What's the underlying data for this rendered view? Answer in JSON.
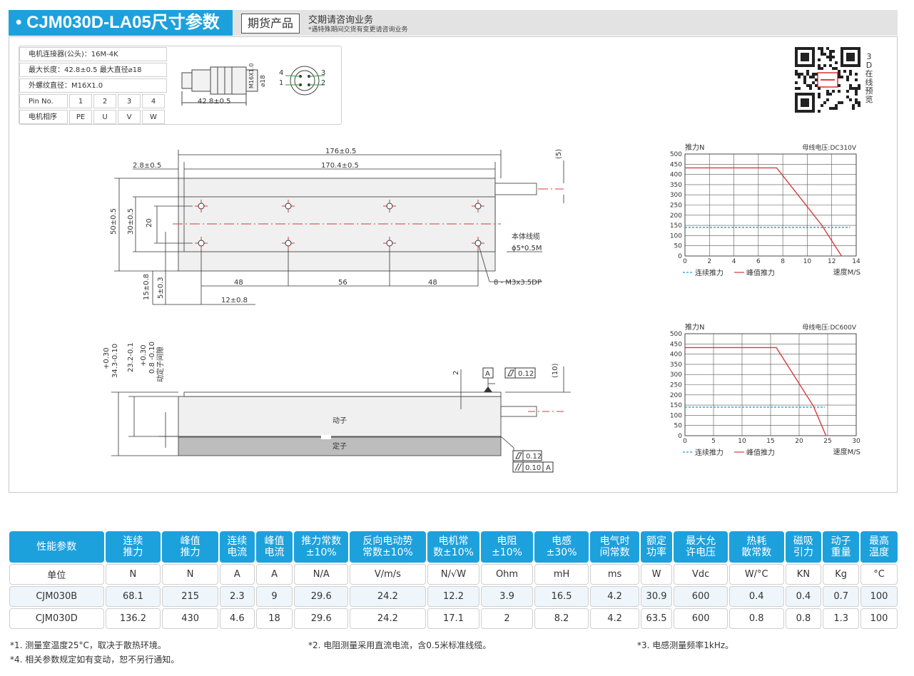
{
  "header": {
    "title": "• CJM030D-LA05尺寸参数",
    "tag": "期货产品",
    "note_main": "交期请咨询业务",
    "note_sub": "*遇特殊期间交货有变更请咨询业务"
  },
  "connector": {
    "type_label": "电机连接器(公头)：16M-4K",
    "length_label": "最大长度：42.8±0.5    最大直径⌀18",
    "thread_label": "外螺纹直径：M16X1.0",
    "pin_header": "Pin No.",
    "phase_header": "电机相序",
    "pins": [
      "1",
      "2",
      "3",
      "4"
    ],
    "phases": [
      "PE",
      "U",
      "V",
      "W"
    ],
    "dim_length": "42.8±0.5",
    "dim_thread": "M16X1.0",
    "dim_dia": "⌀18",
    "pin_labels": [
      "4",
      "3",
      "1",
      "2"
    ]
  },
  "qr": {
    "label": "3D在线预览"
  },
  "drawing": {
    "top": {
      "d_total": "176±0.5",
      "d_inner": "170.4±0.5",
      "d_edge": "2.8±0.5",
      "d_height": "50±0.5",
      "d_inner_height": "30±0.5",
      "d_hole_span": "20",
      "d_bottom1": "15±0.8",
      "d_bottom2": "5±0.3",
      "d_pitch1": "48",
      "d_pitch2": "56",
      "d_pitch3": "48",
      "d_offset": "12±0.8",
      "d_cable_top": "(5)",
      "cable_label1": "本体线缆",
      "cable_label2": "ϕ5*0.5M",
      "hole_label": "8 - M3x3.5DP"
    },
    "side": {
      "d_total_h": "34.3-0.10",
      "d_total_tol": "+0.30",
      "d_mover_h": "23.2-0.1",
      "d_gap": "0.8 -0.10",
      "d_gap_tol": "+0.30",
      "gap_label": "动定子间隙",
      "d_step": "2",
      "datum": "A",
      "flatness1": "0.12",
      "d_cable": "(10)",
      "mover_label": "动子",
      "stator_label": "定子",
      "flatness2": "0.12",
      "parallel": "0.10",
      "parallel_datum": "A"
    }
  },
  "chart_data": [
    {
      "type": "line",
      "ylabel": "推力N",
      "voltage_label": "母线电压:DC310V",
      "xlabel": "速度M/S",
      "xlim": [
        0,
        14
      ],
      "ylim": [
        0,
        500
      ],
      "xticks": [
        0,
        2,
        4,
        6,
        8,
        10,
        12,
        14
      ],
      "yticks": [
        0,
        50,
        100,
        150,
        200,
        250,
        300,
        350,
        400,
        450,
        500
      ],
      "grid": true,
      "legend_position": "bottom",
      "series": [
        {
          "name": "连续推力",
          "color": "#1da1dc",
          "style": "dashed",
          "x": [
            0,
            13.5
          ],
          "y": [
            140,
            140
          ]
        },
        {
          "name": "峰值推力",
          "color": "#d93a3a",
          "style": "solid",
          "x": [
            0,
            7.5,
            11.2,
            12.8
          ],
          "y": [
            432,
            432,
            150,
            0
          ]
        }
      ]
    },
    {
      "type": "line",
      "ylabel": "推力N",
      "voltage_label": "母线电压:DC600V",
      "xlabel": "速度M/S",
      "xlim": [
        0,
        30
      ],
      "ylim": [
        0,
        500
      ],
      "xticks": [
        0,
        5,
        10,
        15,
        20,
        25,
        30
      ],
      "yticks": [
        0,
        50,
        100,
        150,
        200,
        250,
        300,
        350,
        400,
        450,
        500
      ],
      "grid": true,
      "legend_position": "bottom",
      "series": [
        {
          "name": "连续推力",
          "color": "#1da1dc",
          "style": "dashed",
          "x": [
            0,
            24.5
          ],
          "y": [
            140,
            140
          ]
        },
        {
          "name": "峰值推力",
          "color": "#d93a3a",
          "style": "solid",
          "x": [
            0,
            16,
            22.5,
            24.7
          ],
          "y": [
            432,
            432,
            145,
            0
          ]
        }
      ]
    }
  ],
  "perf_table": {
    "headers": [
      [
        "性能参数"
      ],
      [
        "连续",
        "推力"
      ],
      [
        "峰值",
        "推力"
      ],
      [
        "连续",
        "电流"
      ],
      [
        "峰值",
        "电流"
      ],
      [
        "推力常数",
        "±10%"
      ],
      [
        "反向电动势",
        "常数±10%"
      ],
      [
        "电机常",
        "数±10%"
      ],
      [
        "电阻",
        "±10%"
      ],
      [
        "电感",
        "±30%"
      ],
      [
        "电气时",
        "间常数"
      ],
      [
        "额定",
        "功率"
      ],
      [
        "最大允",
        "许电压"
      ],
      [
        "热耗",
        "散常数"
      ],
      [
        "磁吸",
        "引力"
      ],
      [
        "动子",
        "重量"
      ],
      [
        "最高",
        "温度"
      ]
    ],
    "rows": [
      [
        "单位",
        "N",
        "N",
        "A",
        "A",
        "N/A",
        "V/m/s",
        "N/√W",
        "Ohm",
        "mH",
        "ms",
        "W",
        "Vdc",
        "W/°C",
        "KN",
        "Kg",
        "°C"
      ],
      [
        "CJM030B",
        "68.1",
        "215",
        "2.3",
        "9",
        "29.6",
        "24.2",
        "12.2",
        "3.9",
        "16.5",
        "4.2",
        "30.9",
        "600",
        "0.4",
        "0.4",
        "0.7",
        "100"
      ],
      [
        "CJM030D",
        "136.2",
        "430",
        "4.6",
        "18",
        "29.6",
        "24.2",
        "17.1",
        "2",
        "8.2",
        "4.2",
        "63.5",
        "600",
        "0.8",
        "0.8",
        "1.3",
        "100"
      ]
    ]
  },
  "footnotes": {
    "n1": "*1. 测量室温度25°C，取决于散热环境。",
    "n2": "*2. 电阻测量采用直流电流，含0.5米标准线缆。",
    "n3": "*3. 电感测量频率1kHz。",
    "n4": "*4. 相关参数规定如有变动，恕不另行通知。"
  }
}
